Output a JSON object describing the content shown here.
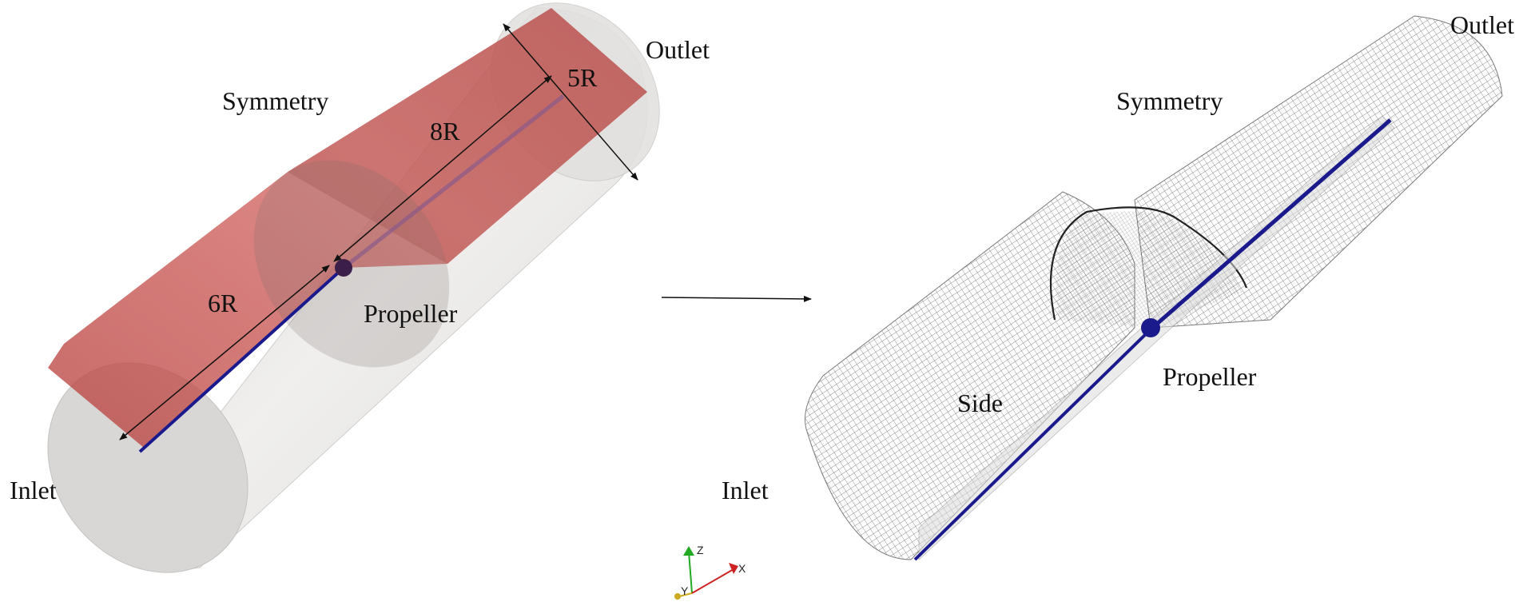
{
  "left_panel": {
    "labels": {
      "outlet": "Outlet",
      "symmetry": "Symmetry",
      "inlet": "Inlet",
      "propeller": "Propeller",
      "dim_5r": "5R",
      "dim_8r": "8R",
      "dim_6r": "6R"
    }
  },
  "right_panel": {
    "labels": {
      "outlet": "Outlet",
      "symmetry": "Symmetry",
      "inlet": "Inlet",
      "propeller": "Propeller",
      "side": "Side"
    }
  },
  "axes_triad": {
    "x": "X",
    "y": "Y",
    "z": "Z"
  },
  "colors": {
    "symmetry_plane": "#c9423f",
    "cylinder_shell": "#e4e3e1",
    "mesh_line": "#6a6a6a",
    "shaft": "#1a1a8c",
    "propeller_hub": "#3b1f4a"
  }
}
